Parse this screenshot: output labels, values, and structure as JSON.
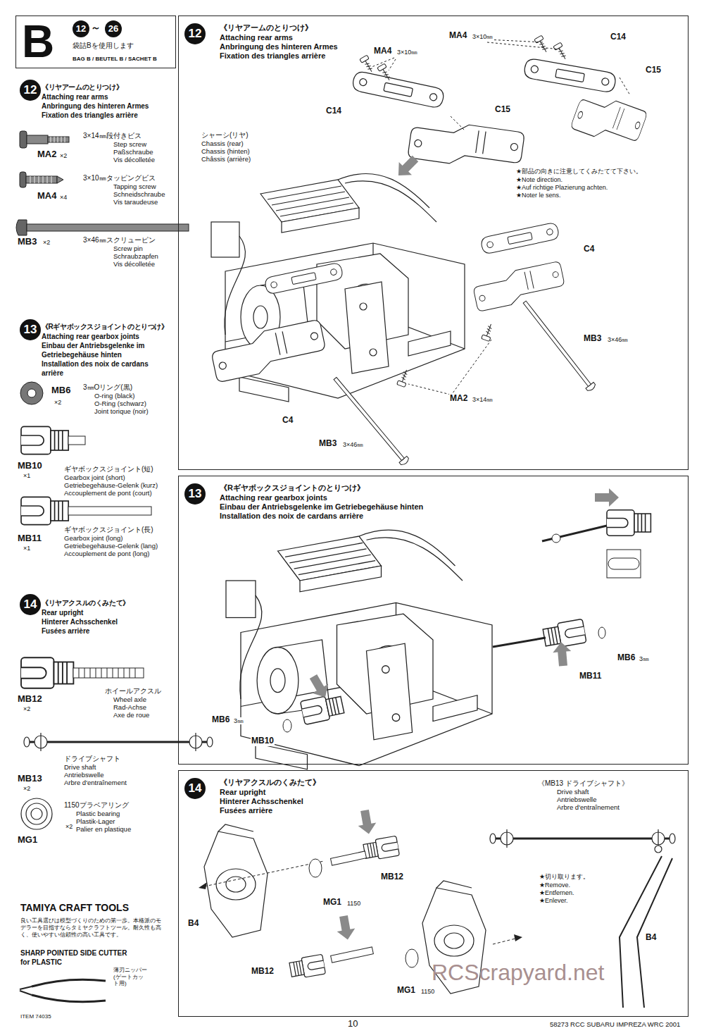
{
  "diagram": {
    "nodes": [
      {
        "text": [
          "B",
          "12",
          "～",
          "26",
          "袋詰Bを使用します",
          "BAG B / BEUTEL B / SACHET B"
        ]
      },
      {
        "text": [
          "12",
          "《リヤアームのとりつけ》",
          "Attaching rear arms",
          "Anbringung des hinteren Armes",
          "Fixation des triangles arrière"
        ]
      },
      {
        "text": [
          "13",
          "《Rギヤボックスジョイントのとりつけ》",
          "Attaching rear gearbox joints",
          "Einbau der Antriebsgelenke im Getriebegehäuse hinten",
          "Installation des noix de cardans arrière"
        ]
      },
      {
        "text": [
          "14",
          "《リヤアクスルのくみたて》",
          "Rear upright",
          "Hinterer Achsschenkel",
          "Fusées arrière"
        ]
      }
    ],
    "labels": [
      "12",
      "《リヤアームのとりつけ》",
      "Attaching rear arms",
      "Anbringung des hinteren Armes",
      "Fixation des triangles arrière",
      "MA2",
      "×2",
      "3×14㎜段付きビス",
      "Step screw",
      "Paßschraube",
      "Vis décolletée",
      "MA4",
      "×4",
      "3×10㎜タッピングビス",
      "Tapping screw",
      "Schneidschraube",
      "Vis taraudeuse",
      "MB3",
      "×2",
      "3×46㎜スクリューピン",
      "Screw pin",
      "Schraubzapfen",
      "Vis décolletée",
      "13",
      "《Rギヤボックスジョイントのとりつけ》",
      "Attaching rear gearbox joints",
      "Einbau der Antriebsgelenke im",
      "Getriebegehäuse hinten",
      "Installation des noix de cardans",
      "arrière",
      "MB6",
      "×2",
      "3㎜Oリング(黒)",
      "O-ring (black)",
      "O-Ring (schwarz)",
      "Joint torique (noir)",
      "MB10",
      "×1",
      "ギヤボックスジョイント(短)",
      "Gearbox joint (short)",
      "Getriebegehäuse-Gelenk (kurz)",
      "Accouplement de pont (court)",
      "MB11",
      "×1",
      "ギヤボックスジョイント(長)",
      "Gearbox joint (long)",
      "Getriebegehäuse-Gelenk (lang)",
      "Accouplement de pont (long)",
      "14",
      "《リヤアクスルのくみたて》",
      "Rear upright",
      "Hinterer Achsschenkel",
      "Fusées arrière",
      "MB12",
      "×2",
      "ホイールアクスル",
      "Wheel axle",
      "Rad-Achse",
      "Axe de roue",
      "MB13",
      "×2",
      "ドライブシャフト",
      "Drive shaft",
      "Antriebswelle",
      "Arbre d'entraînement",
      "MG1",
      "×2",
      "1150プラベアリング",
      "Plastic bearing",
      "Plastik-Lager",
      "Palier en plastique",
      "TAMIYA CRAFT TOOLS",
      "良い工具選びは模型づくりのための第一歩。本格派のモデラーを目指すならタミヤクラフトツール。耐久性も高く、使いやすい信頼性の高い工具です。",
      "SHARP POINTED SIDE CUTTER",
      "for PLASTIC",
      "薄刃ニッパー(ゲートカット用)",
      "ITEM 74035",
      "MA4",
      "3×10㎜",
      "MA4",
      "3×10㎜",
      "C14",
      "C15",
      "C14",
      "C15",
      "シャーシ(リヤ)",
      "Chassis (rear)",
      "Chassis (hinten)",
      "Châssis (arrière)",
      "★部品の向きに注意してくみたてて下さい。",
      "★Note direction.",
      "★Auf richtige Plazierung achten.",
      "★Noter le sens.",
      "C4",
      "MB3",
      "3×46㎜",
      "MA2",
      "3×14㎜",
      "C4",
      "MB3",
      "3×46㎜",
      "MB6",
      "3㎜",
      "MB11",
      "MB6",
      "3㎜",
      "MB10",
      "《MB13 ドライブシャフト》",
      "Drive shaft",
      "Antriebswelle",
      "Arbre d'entraînement",
      "★切り取ります。",
      "★Remove.",
      "★Entfernen.",
      "★Enlever.",
      "MB12",
      "MG1",
      "1150",
      "B4",
      "B4",
      "MB12",
      "MG1",
      "1150",
      "RCScrapyard.net",
      "10",
      "58273 RCC SUBARU IMPREZA WRC 2001"
    ]
  }
}
